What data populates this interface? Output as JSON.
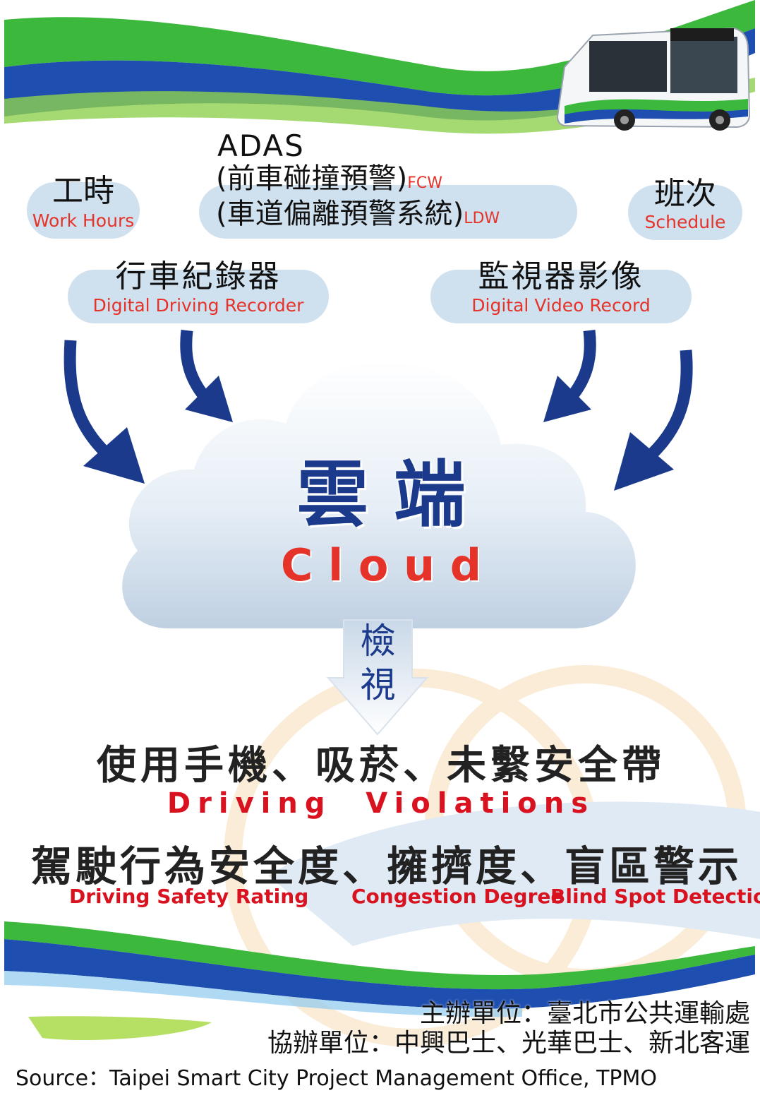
{
  "inputs": {
    "work_hours": {
      "zh": "工時",
      "en": "Work Hours"
    },
    "adas": {
      "title": "ADAS",
      "line1_zh": "(前車碰撞預警)",
      "line1_en": "FCW",
      "line2_zh": "(車道偏離預警系統)",
      "line2_en": "LDW"
    },
    "schedule": {
      "zh": "班次",
      "en": "Schedule"
    },
    "recorder": {
      "zh": "行車紀錄器",
      "en": "Digital Driving Recorder"
    },
    "video": {
      "zh": "監視器影像",
      "en": "Digital Video Record"
    }
  },
  "cloud": {
    "zh": "雲 端",
    "en": "C l o u d"
  },
  "review": {
    "char1": "檢",
    "char2": "視"
  },
  "outputs": {
    "violations_zh": "使用手機、吸菸、未繫安全帶",
    "violations_en": "Driving  Violations",
    "metrics_zh": "駕駛行為安全度、擁擠度、盲區警示",
    "safety_en": "Driving Safety Rating",
    "congestion_en": "Congestion Degree",
    "blindspot_en": "Blind Spot Detection"
  },
  "footer": {
    "organizer": "主辦單位：臺北市公共運輸處",
    "co_organizer": "協辦單位：中興巴士、光華巴士、新北客運",
    "source": "Source：Taipei Smart City Project Management Office, TPMO"
  },
  "colors": {
    "blue": "#1b3a8c",
    "green": "#3cb83c",
    "red": "#e6332a",
    "pill": "#cfe0ef"
  }
}
